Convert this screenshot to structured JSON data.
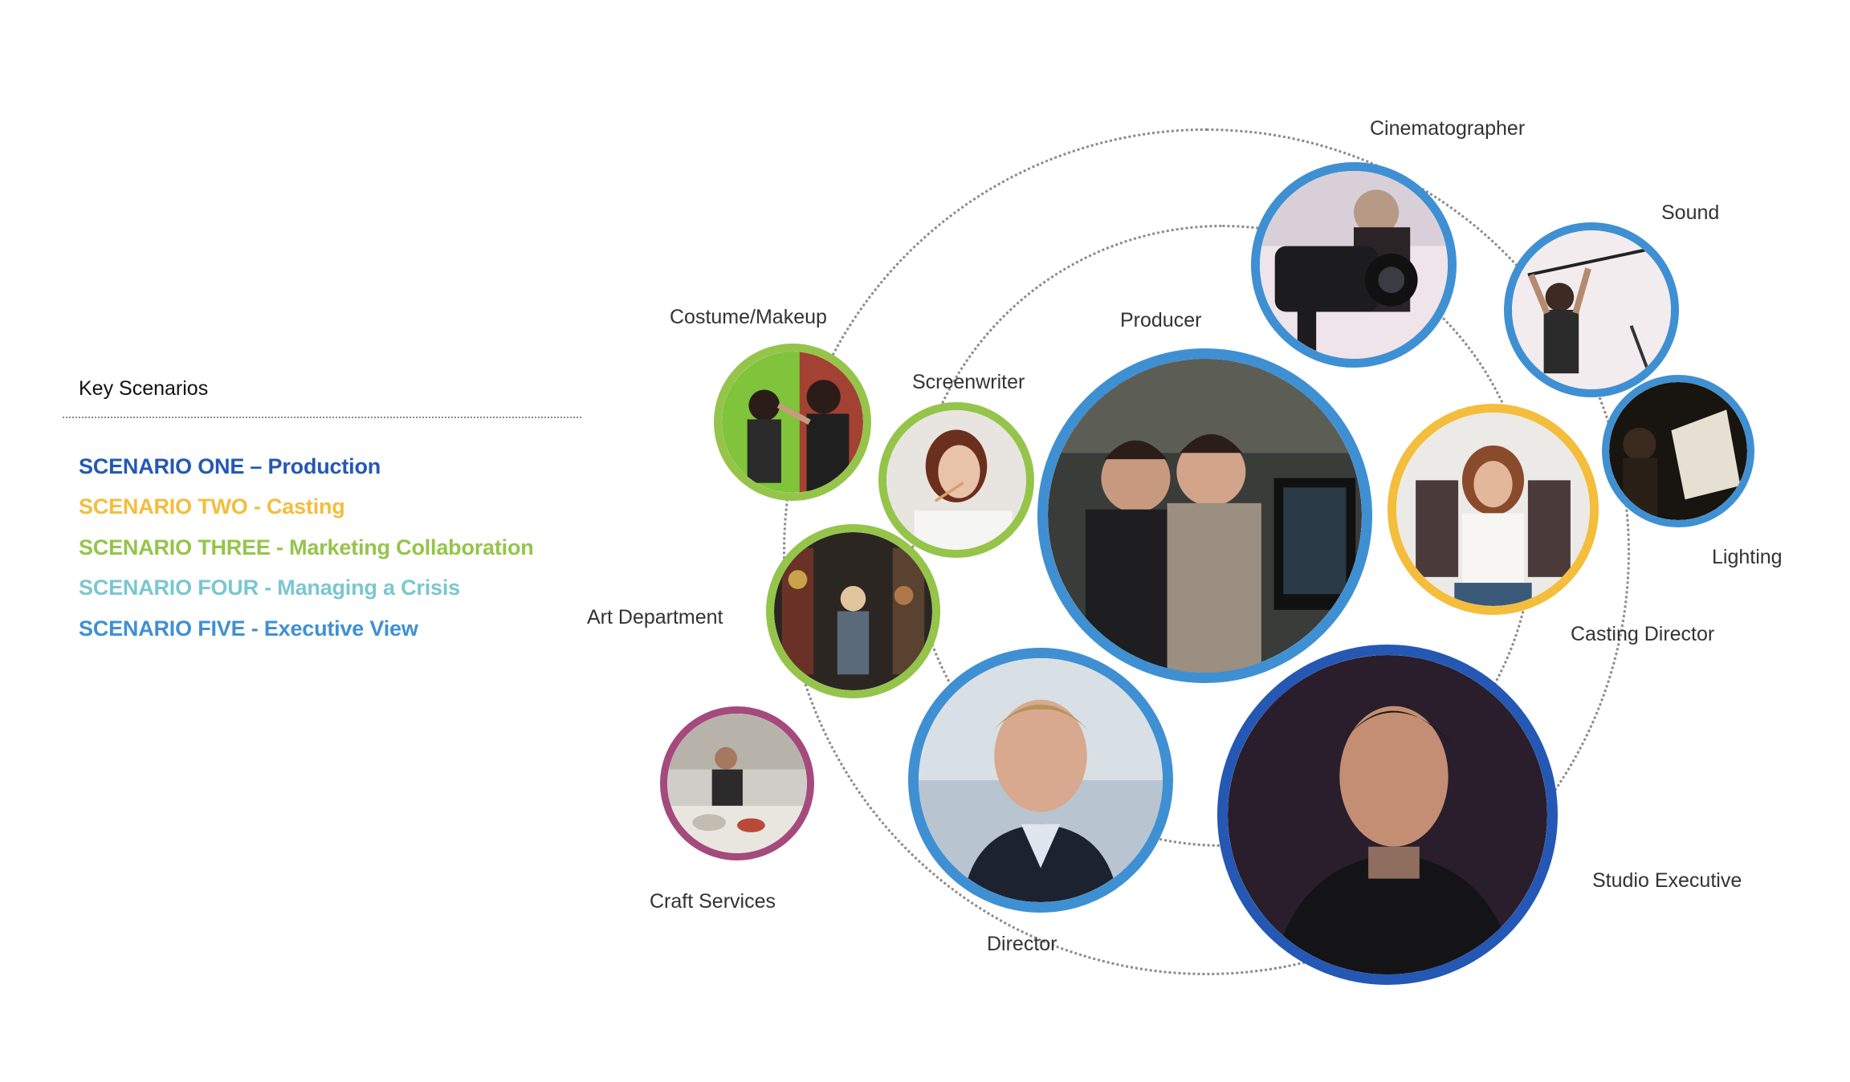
{
  "legend": {
    "title": "Key Scenarios",
    "scenarios": [
      {
        "label": "SCENARIO ONE – Production",
        "color": "#2558b4"
      },
      {
        "label": "SCENARIO TWO - Casting",
        "color": "#f4bd3c"
      },
      {
        "label": "SCENARIO THREE - Marketing Collaboration",
        "color": "#95c44a"
      },
      {
        "label": "SCENARIO FOUR - Managing a Crisis",
        "color": "#7ac7cf"
      },
      {
        "label": "SCENARIO FIVE - Executive View",
        "color": "#3f90d2"
      }
    ]
  },
  "roles": [
    {
      "key": "cinematographer",
      "label": "Cinematographer",
      "ring_color": "#3f90d2",
      "icon": "camera-operator-photo"
    },
    {
      "key": "sound",
      "label": "Sound",
      "ring_color": "#3f90d2",
      "icon": "boom-operator-photo"
    },
    {
      "key": "lighting",
      "label": "Lighting",
      "ring_color": "#3f90d2",
      "icon": "lighting-photo"
    },
    {
      "key": "costume_makeup",
      "label": "Costume/Makeup",
      "ring_color": "#95c44a",
      "icon": "makeup-photo"
    },
    {
      "key": "screenwriter",
      "label": "Screenwriter",
      "ring_color": "#95c44a",
      "icon": "writer-photo"
    },
    {
      "key": "producer",
      "label": "Producer",
      "ring_color": "#3f90d2",
      "icon": "producer-photo"
    },
    {
      "key": "casting_director",
      "label": "Casting Director",
      "ring_color": "#f4bd3c",
      "icon": "casting-photo"
    },
    {
      "key": "art_department",
      "label": "Art Department",
      "ring_color": "#95c44a",
      "icon": "props-photo"
    },
    {
      "key": "craft_services",
      "label": "Craft Services",
      "ring_color": "#a54a7c",
      "icon": "catering-photo"
    },
    {
      "key": "director",
      "label": "Director",
      "ring_color": "#3f90d2",
      "icon": "director-portrait"
    },
    {
      "key": "studio_executive",
      "label": "Studio Executive",
      "ring_color": "#2558b4",
      "icon": "executive-portrait"
    }
  ]
}
